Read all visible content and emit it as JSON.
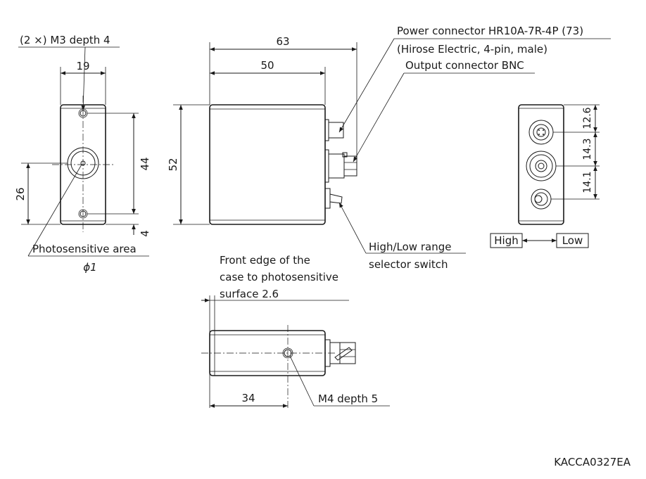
{
  "labels": {
    "mounting_holes": "(2 ×) M3 depth 4",
    "photosensitive_area": "Photosensitive area",
    "photosensitive_diameter": "ϕ1",
    "power_connector_line1": "Power connector HR10A-7R-4P (73)",
    "power_connector_line2": "(Hirose Electric, 4-pin, male)",
    "output_connector": "Output connector BNC",
    "range_switch_line1": "High/Low range",
    "range_switch_line2": "selector switch",
    "front_edge_line1": "Front edge of the",
    "front_edge_line2": "case to photosensitive",
    "front_edge_line3": "surface 2.6",
    "tripod_hole": "M4 depth 5",
    "switch_high": "High",
    "switch_low": "Low",
    "drawing_code": "KACCA0327EA"
  },
  "dimensions": {
    "front_width": "19",
    "hole_pitch": "44",
    "sensor_height": "26",
    "hole_offset": "4",
    "total_length": "63",
    "case_length": "50",
    "height": "52",
    "tripod_offset": "34",
    "rear_a": "12.6",
    "rear_b": "14.3",
    "rear_c": "14.1"
  },
  "colors": {
    "line": "#1a1a1a",
    "background": "#ffffff"
  }
}
